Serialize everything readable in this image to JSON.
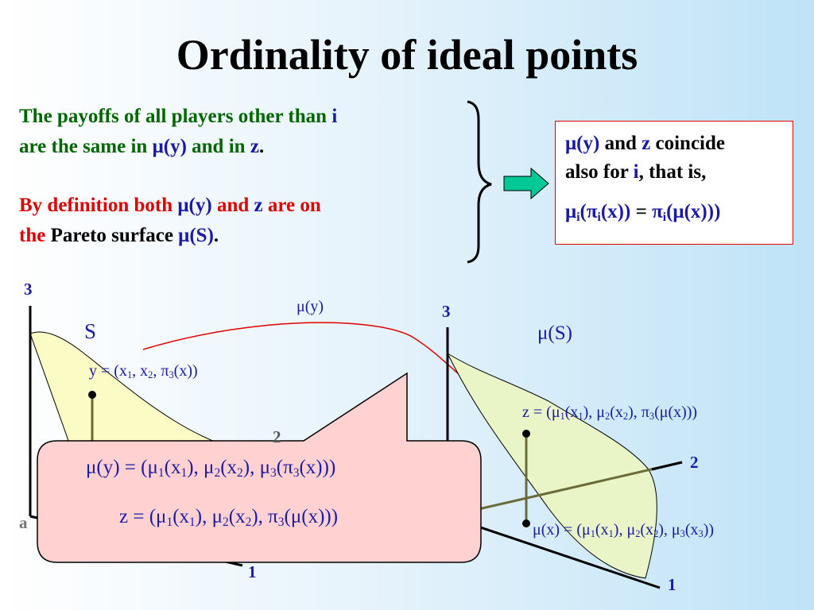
{
  "slide": {
    "title": "Ordinality of ideal points",
    "para1": {
      "t1": "The payoffs of all players other than ",
      "i": "i",
      "t2": "are the same in ",
      "muy": "μ(y)",
      "t3": " and in ",
      "z": "z",
      "t4": "."
    },
    "para2": {
      "t1": "By definition both ",
      "muy": "μ(y)",
      "t2": " and ",
      "z": "z",
      "t3": " are on",
      "t4": "the",
      "t5": " Pareto surface ",
      "muS": "μ(S)",
      "t6": "."
    },
    "box": {
      "muy": "μ(y)",
      "and": " and ",
      "z": "z",
      "coincide": " coincide",
      "also_for": "also for ",
      "i": "i",
      "that_is": ", that is,",
      "eq_mu": "μ",
      "eq_i1": "i",
      "eq_pi": "(π",
      "eq_i2": "i",
      "eq_x": "(x))",
      "eq_equals": " = ",
      "eq_pi2": "π",
      "eq_i3": "i",
      "eq_mux": "(μ(x)))"
    },
    "left_plot": {
      "set_label": "S",
      "axis3": "3",
      "axis2": "2",
      "axis1": "1",
      "origin": "a",
      "point": {
        "p1": "y = (x",
        "s1": "1",
        "p2": ", x",
        "s2": "2",
        "p3": ", π",
        "s3": "3",
        "p4": "(x))"
      }
    },
    "arrow_label": "μ(y)",
    "right_plot": {
      "set_label": "μ(S)",
      "axis3": "3",
      "axis2": "2",
      "axis1": "1",
      "z_point": {
        "p1": "z = (μ",
        "s1": "1",
        "p2": "(x",
        "s2": "1",
        "p3": "), μ",
        "s3": "2",
        "p4": "(x",
        "s4": "2",
        "p5": "), π",
        "s5": "3",
        "p6": "(μ(x)))"
      },
      "mux_point": {
        "p1": "μ(x) = (μ",
        "s1": "1",
        "p2": "(x",
        "s2": "1",
        "p3": "), μ",
        "s3": "2",
        "p4": "(x",
        "s4": "2",
        "p5": "), μ",
        "s5": "3",
        "p6": "(x",
        "s6": "3",
        "p7": "))"
      }
    },
    "callout": {
      "line1": {
        "p1": "μ(y) = (μ",
        "s1": "1",
        "p2": "(x",
        "s2": "1",
        "p3": "), μ",
        "s3": "2",
        "p4": "(x",
        "s4": "2",
        "p5": "), μ",
        "s5": "3",
        "p6": "(π",
        "s6": "3",
        "p7": "(x)))"
      },
      "line2": {
        "p1": "z = (μ",
        "s1": "1",
        "p2": "(x",
        "s2": "1",
        "p3": "), μ",
        "s3": "2",
        "p4": "(x",
        "s4": "2",
        "p5": "), π",
        "s5": "3",
        "p6": "(μ(x)))"
      }
    },
    "colors": {
      "green_text": "#006600",
      "blue_text": "#1a1aa6",
      "red_text": "#e00000",
      "set_fill": "#fbfbc6",
      "callout_fill": "#ffd1d1",
      "arrow_fill": "#00c896"
    }
  }
}
